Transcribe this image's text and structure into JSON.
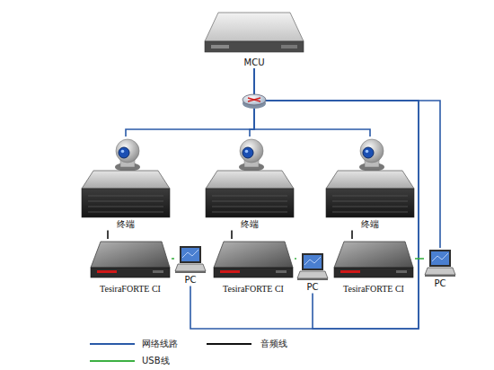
{
  "diagram": {
    "nodes": [
      {
        "text": [
          "MCU"
        ]
      },
      {
        "text": [
          "终端"
        ]
      },
      {
        "text": [
          "终端"
        ]
      },
      {
        "text": [
          "终端"
        ]
      },
      {
        "text": [
          "TesiraFORTE CI"
        ]
      },
      {
        "text": [
          "PC"
        ]
      },
      {
        "text": [
          "TesiraFORTE CI"
        ]
      },
      {
        "text": [
          "PC"
        ]
      },
      {
        "text": [
          "TesiraFORTE CI"
        ]
      },
      {
        "text": [
          "PC"
        ]
      }
    ],
    "edges": [
      {
        "from": 0,
        "to": 1,
        "arrow": "none"
      },
      {
        "from": 0,
        "to": 2,
        "arrow": "none"
      },
      {
        "from": 0,
        "to": 3,
        "arrow": "none"
      },
      {
        "from": 0,
        "to": 5,
        "arrow": "none"
      },
      {
        "from": 0,
        "to": 7,
        "arrow": "none"
      },
      {
        "from": 0,
        "to": 9,
        "arrow": "none"
      },
      {
        "from": 1,
        "to": 4,
        "arrow": "none"
      },
      {
        "from": 2,
        "to": 6,
        "arrow": "none"
      },
      {
        "from": 3,
        "to": 8,
        "arrow": "none"
      },
      {
        "from": 4,
        "to": 5,
        "arrow": "none"
      },
      {
        "from": 6,
        "to": 7,
        "arrow": "none"
      },
      {
        "from": 8,
        "to": 9,
        "arrow": "none"
      }
    ],
    "legend": [
      {
        "text": "网络线路"
      },
      {
        "text": "音频线"
      },
      {
        "text": "USB线"
      }
    ]
  }
}
